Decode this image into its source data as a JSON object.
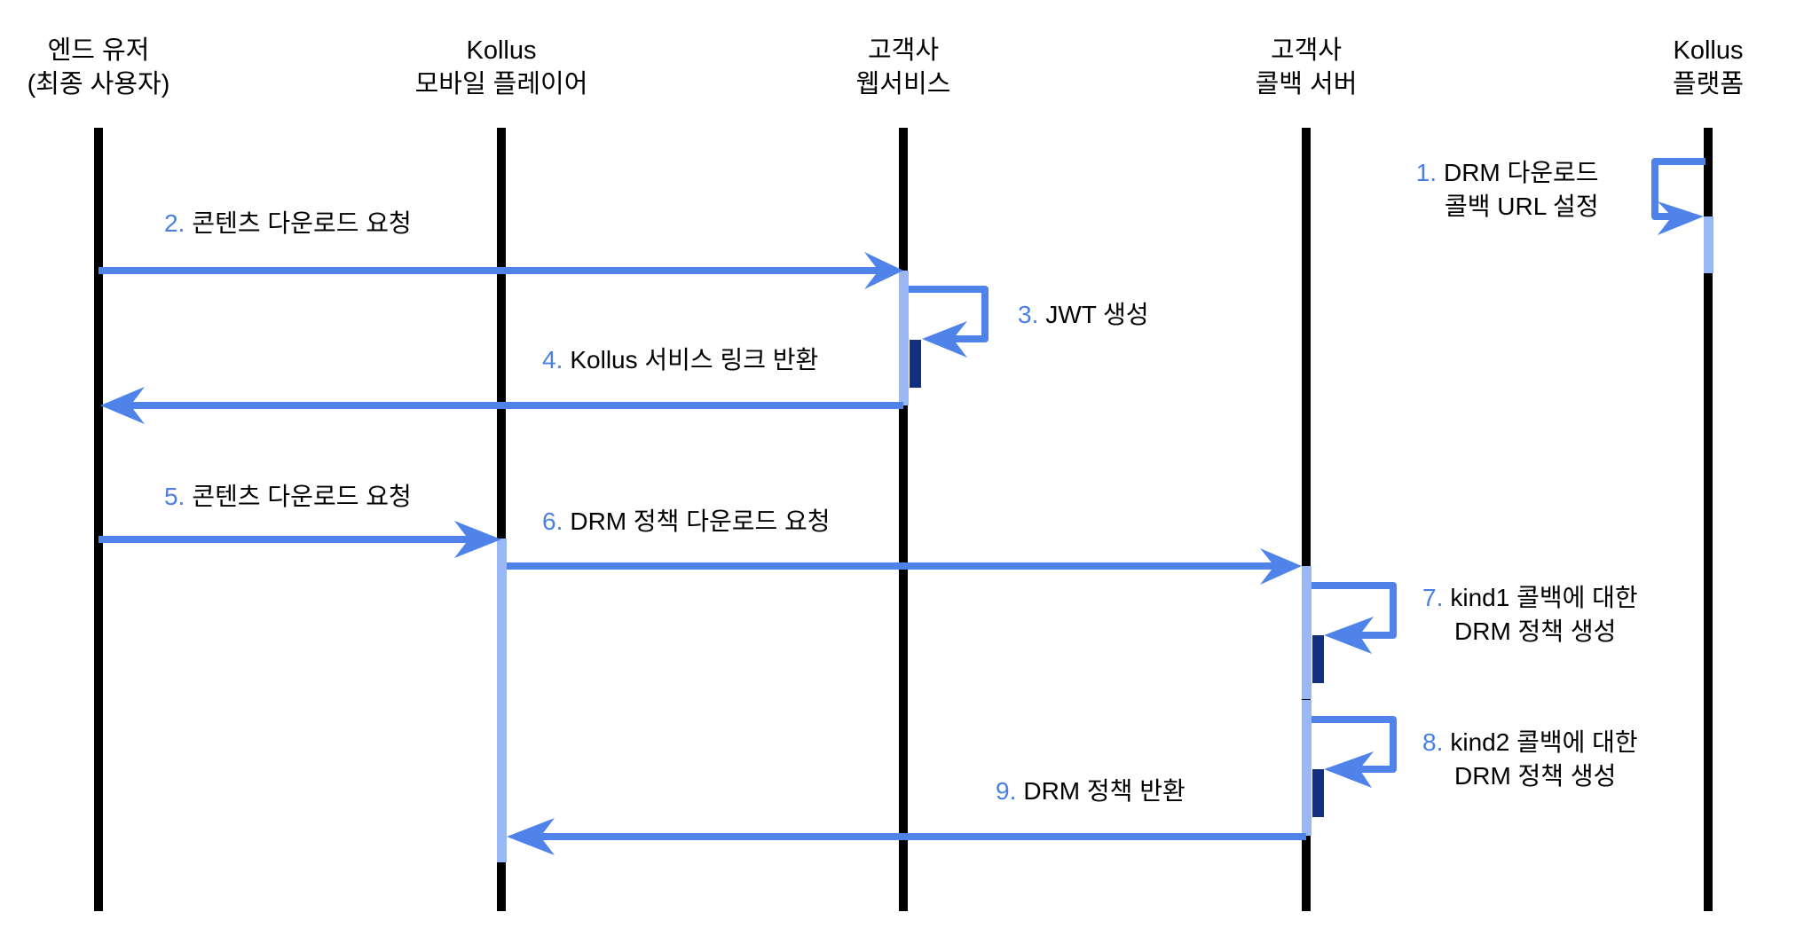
{
  "diagram": {
    "type": "sequence",
    "colors": {
      "lifeline": "#000000",
      "arrow": "#4f83ea",
      "activation_light": "#9ab8f5",
      "activation_dark": "#12307f",
      "step_number": "#4a7fe3",
      "text": "#000000"
    },
    "actors": [
      {
        "id": "end-user",
        "line1": "엔드 유저",
        "line2": "(최종 사용자)"
      },
      {
        "id": "mobile-player",
        "line1": "Kollus",
        "line2": "모바일 플레이어"
      },
      {
        "id": "customer-webservice",
        "line1": "고객사",
        "line2": "웹서비스"
      },
      {
        "id": "customer-callback-server",
        "line1": "고객사",
        "line2": "콜백 서버"
      },
      {
        "id": "kollus-platform",
        "line1": "Kollus",
        "line2": "플랫폼"
      }
    ],
    "messages": [
      {
        "num": "1.",
        "line1": "DRM 다운로드",
        "line2": "콜백 URL 설정",
        "from": "kollus-platform",
        "to": "kollus-platform"
      },
      {
        "num": "2.",
        "line1": "콘텐츠 다운로드 요청",
        "from": "end-user",
        "to": "customer-webservice"
      },
      {
        "num": "3.",
        "line1": "JWT 생성",
        "from": "customer-webservice",
        "to": "customer-webservice"
      },
      {
        "num": "4.",
        "line1": "Kollus 서비스 링크 반환",
        "from": "customer-webservice",
        "to": "end-user"
      },
      {
        "num": "5.",
        "line1": "콘텐츠 다운로드 요청",
        "from": "end-user",
        "to": "mobile-player"
      },
      {
        "num": "6.",
        "line1": "DRM 정책 다운로드 요청",
        "from": "mobile-player",
        "to": "customer-callback-server"
      },
      {
        "num": "7.",
        "line1": "kind1 콜백에 대한",
        "line2": "DRM 정책 생성",
        "from": "customer-callback-server",
        "to": "customer-callback-server"
      },
      {
        "num": "8.",
        "line1": "kind2 콜백에 대한",
        "line2": "DRM 정책 생성",
        "from": "customer-callback-server",
        "to": "customer-callback-server"
      },
      {
        "num": "9.",
        "line1": "DRM 정책 반환",
        "from": "customer-callback-server",
        "to": "mobile-player"
      }
    ]
  }
}
